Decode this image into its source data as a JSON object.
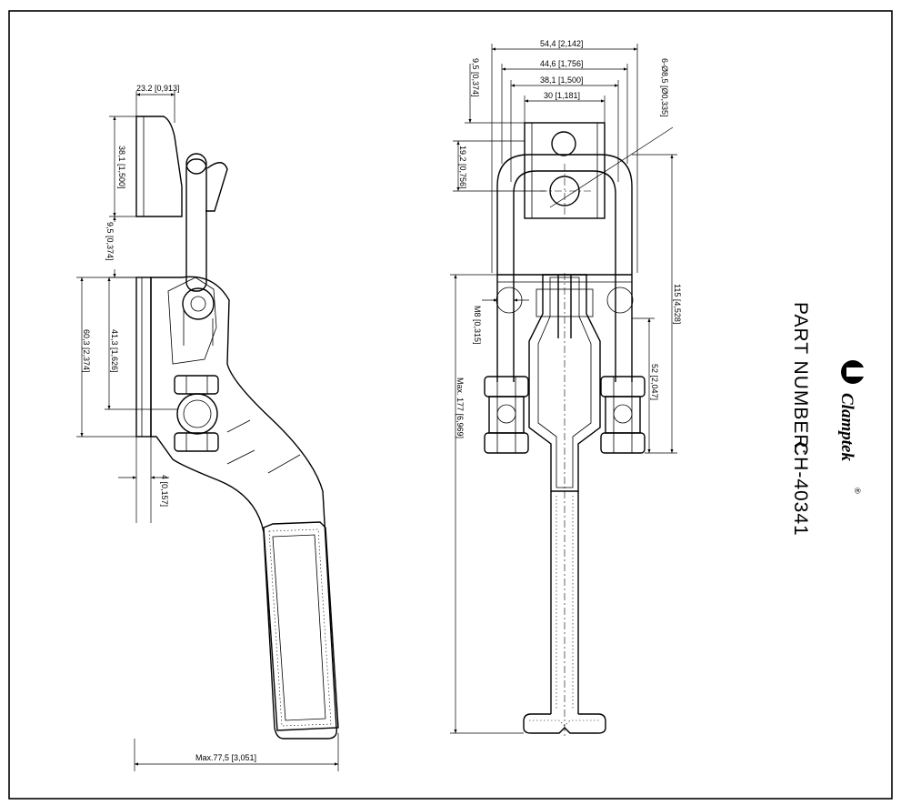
{
  "part_number": {
    "label": "PART NUMBER:",
    "value": "CH-40341"
  },
  "brand": {
    "name": "Clamptek",
    "mark": "®"
  },
  "side_view_dims": {
    "arm_offset": "23.2 [0,913]",
    "hook_height": "38,1 [1,500]",
    "gap": "9,5 [0,374]",
    "base_height": "60,3 [2,374]",
    "pivot_height": "41,3 [1,626]",
    "base_thickness": "4 [0,157]",
    "max_length": "Max.77,5 [3,051]"
  },
  "front_view_dims": {
    "overall_width": "54,4 [2,142]",
    "u_width": "44,6 [1,756]",
    "hole_spacing": "38,1 [1,500]",
    "bracket_width": "30 [1,181]",
    "hole_dia": "6-Ø8,5 [Ø0,335]",
    "top_offset": "9,5 [0,374]",
    "hole_offset": "19,2 [0,756]",
    "thread": "M8 [0,315]",
    "max_height": "Max. 177 [6,969]",
    "u_height": "115 [4,528]",
    "adjust": "52 [2,047]"
  }
}
